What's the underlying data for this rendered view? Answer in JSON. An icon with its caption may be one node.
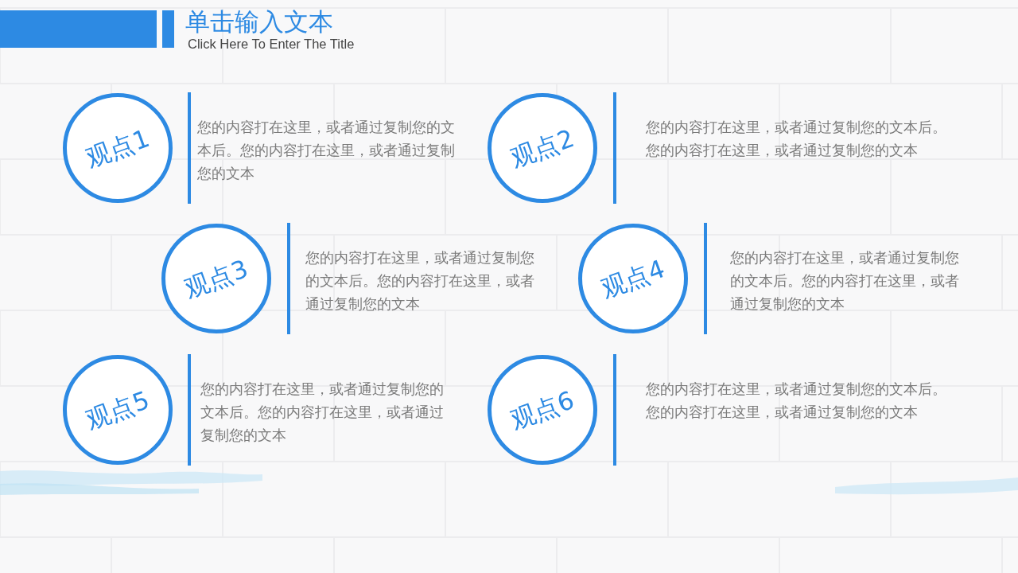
{
  "diagram": {
    "title": "单击输入文本",
    "nodes": [
      {
        "text": [
          "观点1"
        ],
        "beside": [
          "您的内容打在这里，或者通过复制您的文本后。您的内容打在这里，或者通过复制您的文本"
        ]
      },
      {
        "text": [
          "观点2"
        ],
        "beside": [
          "您的内容打在这里，或者通过复制您的文本后。您的内容打在这里，或者通过复制您的文本"
        ]
      },
      {
        "text": [
          "观点3"
        ],
        "beside": [
          "您的内容打在这里，或者通过复制您的文本后。您的内容打在这里，或者通过复制您的文本"
        ]
      },
      {
        "text": [
          "观点4"
        ],
        "beside": [
          "您的内容打在这里，或者通过复制您的文本后。您的内容打在这里，或者通过复制您的文本"
        ]
      },
      {
        "text": [
          "观点5"
        ],
        "beside": [
          "您的内容打在这里，或者通过复制您的文本后。您的内容打在这里，或者通过复制您的文本"
        ]
      },
      {
        "text": [
          "观点6"
        ],
        "beside": [
          "您的内容打在这里，或者通过复制您的文本后。您的内容打在这里，或者通过复制您的文本"
        ]
      }
    ],
    "labels": [
      "Click Here To Enter The Title"
    ]
  }
}
